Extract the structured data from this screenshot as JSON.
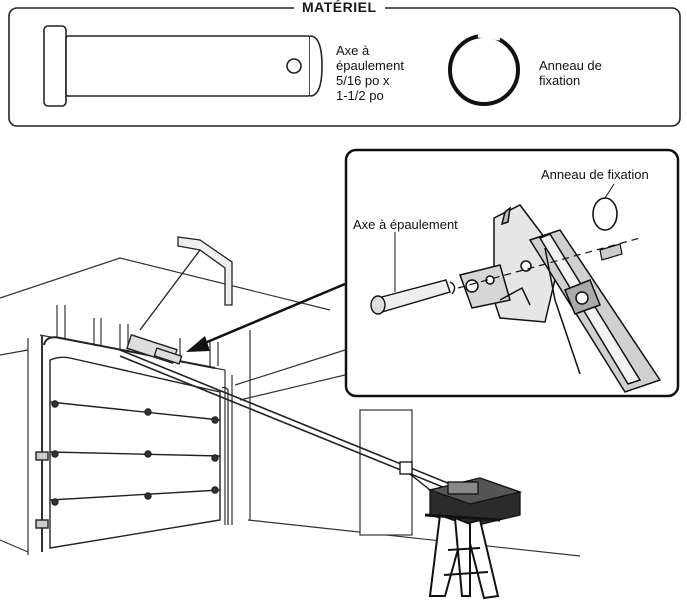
{
  "hardware_box": {
    "title": "MATÉRIEL",
    "items": [
      {
        "name_lines": [
          "Axe à",
          "épaulement",
          "5/16 po x",
          "1-1/2 po"
        ],
        "icon": "clevis-pin-icon"
      },
      {
        "name_lines": [
          "Anneau de",
          "fixation"
        ],
        "icon": "snap-ring-icon"
      }
    ]
  },
  "callout": {
    "label_ring": "Anneau de fixation",
    "label_pin": "Axe à épaulement"
  }
}
